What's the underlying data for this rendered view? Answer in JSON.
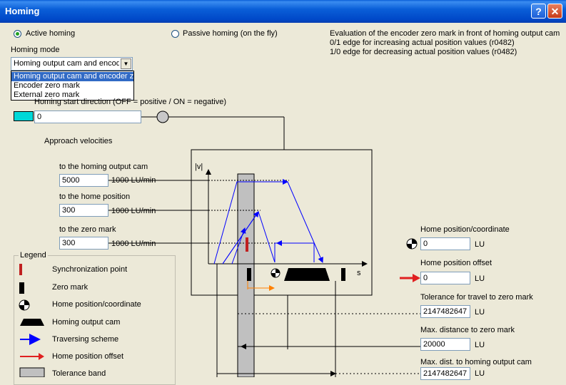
{
  "window": {
    "title": "Homing",
    "help_label": "?",
    "close_label": "✕"
  },
  "homing": {
    "active_label": "Active homing",
    "passive_label": "Passive homing (on the fly)",
    "mode_label": "Homing mode",
    "mode_value": "Homing output cam and encoder zero mark",
    "mode_options": [
      "Homing output cam and encoder zero mark",
      "Encoder zero mark",
      "External zero mark"
    ],
    "info_lines": [
      "Evaluation of the encoder zero mark in front of homing output cam",
      "0/1 edge for increasing actual position values (r0482)",
      "1/0 edge for decreasing actual position values (r0482)"
    ],
    "start_direction_label": "Homing start direction (OFF = positive / ON = negative)",
    "start_direction_value": "0"
  },
  "velocities": {
    "title": "Approach velocities",
    "cam_label": "to the homing output cam",
    "cam_value": "5000",
    "cam_unit": "1000 LU/min",
    "home_label": "to the home position",
    "home_value": "300",
    "home_unit": "1000 LU/min",
    "zero_label": "to the zero mark",
    "zero_value": "300",
    "zero_unit": "1000 LU/min"
  },
  "diagram": {
    "v_axis": "|v|",
    "s_axis": "s"
  },
  "right": {
    "home_pos_label": "Home position/coordinate",
    "home_pos_value": "0",
    "home_pos_unit": "LU",
    "offset_label": "Home position offset",
    "offset_value": "0",
    "offset_unit": "LU",
    "tolerance_label": "Tolerance for travel to zero mark",
    "tolerance_value": "2147482647",
    "tolerance_unit": "LU",
    "maxdist_label": "Max. distance to zero mark",
    "maxdist_value": "20000",
    "maxdist_unit": "LU",
    "maxcam_label": "Max. dist. to homing output cam",
    "maxcam_value": "2147482647",
    "maxcam_unit": "LU"
  },
  "legend": {
    "title": "Legend",
    "items": [
      "Synchronization point",
      "Zero mark",
      "Home position/coordinate",
      "Homing output cam",
      "Traversing scheme",
      "Home position offset",
      "Tolerance band"
    ]
  },
  "colors": {
    "title_bar": "#0a5fd8",
    "traverse": "#0000ff",
    "offset": "#e02020",
    "sync": "#c02020",
    "tolerance": "#c0c0c0"
  }
}
